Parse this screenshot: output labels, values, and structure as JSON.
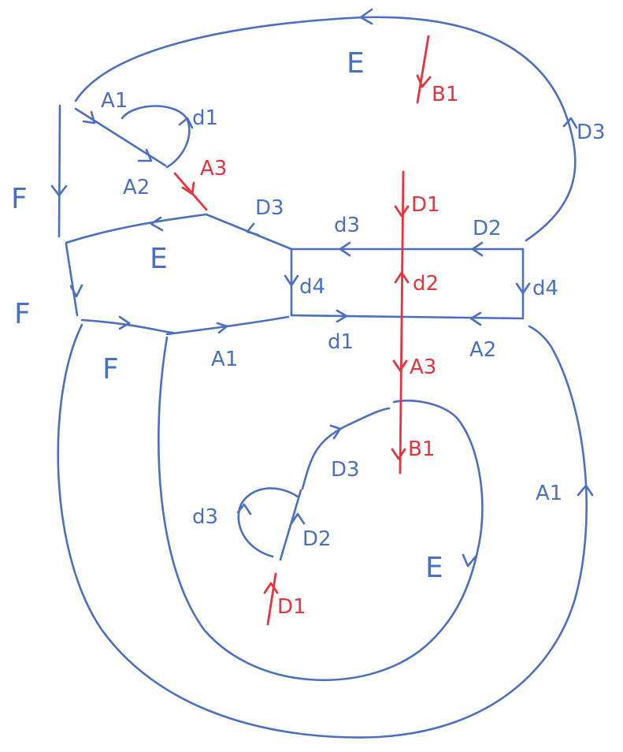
{
  "colors": {
    "edge": "#4a6fc4",
    "highlight": "#e8323c",
    "background": "#ffffff"
  },
  "labels": {
    "E_top": "E",
    "B1_top": "B1",
    "D3_right": "D3",
    "A1_upper": "A1",
    "d1_upper": "d1",
    "A2_upper": "A2",
    "A3_upper": "A3",
    "F_left": "F",
    "D1_middle": "D1",
    "D3_mid": "D3",
    "d3_mid": "d3",
    "D2_mid": "D2",
    "E_mid": "E",
    "d4_left": "d4",
    "d2_mid": "d2",
    "d4_right": "d4",
    "F_mid": "F",
    "F_lower": "F",
    "A1_mid": "A1",
    "d1_mid": "d1",
    "A2_mid": "A2",
    "A3_mid": "A3",
    "B1_lower": "B1",
    "D3_lower": "D3",
    "A1_right": "A1",
    "d3_lower": "d3",
    "D2_lower": "D2",
    "E_lower": "E",
    "D1_lower": "D1"
  }
}
